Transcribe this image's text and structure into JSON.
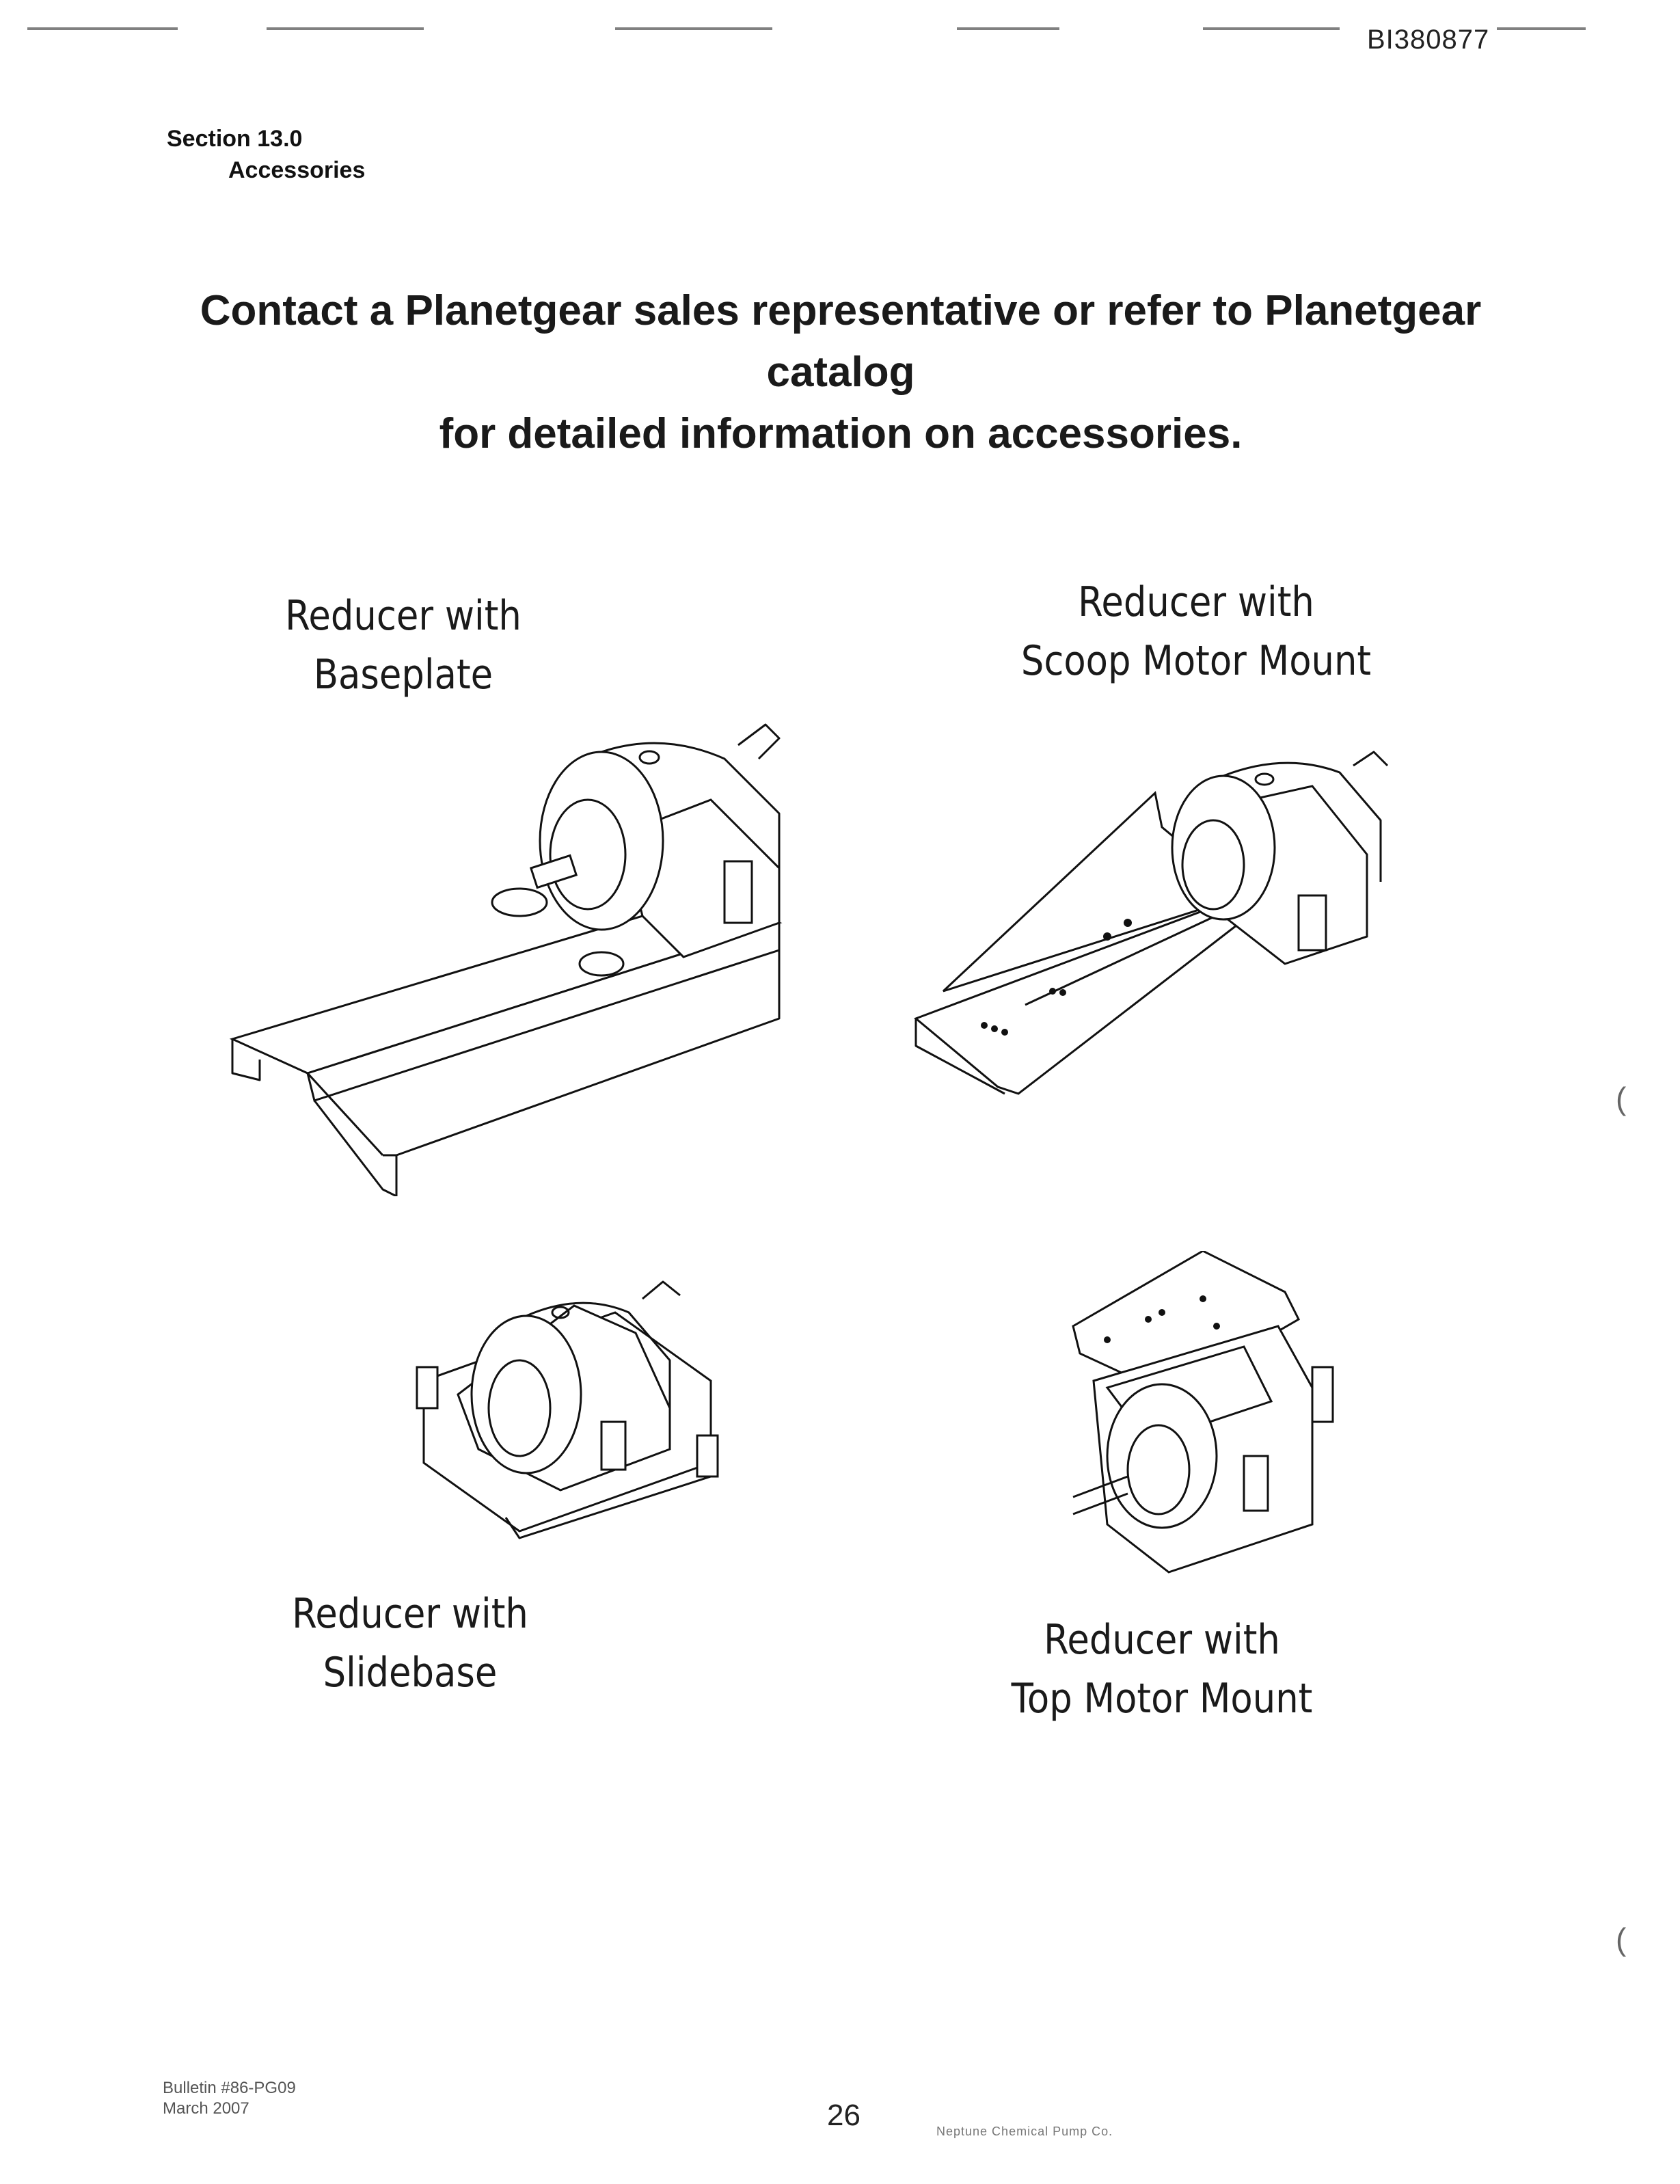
{
  "header": {
    "doc_id": "BI380877",
    "section_number": "Section 13.0",
    "section_name": "Accessories"
  },
  "headline": {
    "line1": "Contact a Planetgear sales representative or refer to Planetgear catalog",
    "line2": "for detailed information on accessories."
  },
  "figures": [
    {
      "caption_line1": "Reducer with",
      "caption_line2": "Baseplate"
    },
    {
      "caption_line1": "Reducer with",
      "caption_line2": "Scoop Motor Mount"
    },
    {
      "caption_line1": "Reducer with",
      "caption_line2": "Slidebase"
    },
    {
      "caption_line1": "Reducer with",
      "caption_line2": "Top Motor Mount"
    }
  ],
  "footer": {
    "bulletin": "Bulletin #86-PG09",
    "date": "March 2007",
    "page_number": "26",
    "company": "Neptune Chemical Pump Co."
  }
}
